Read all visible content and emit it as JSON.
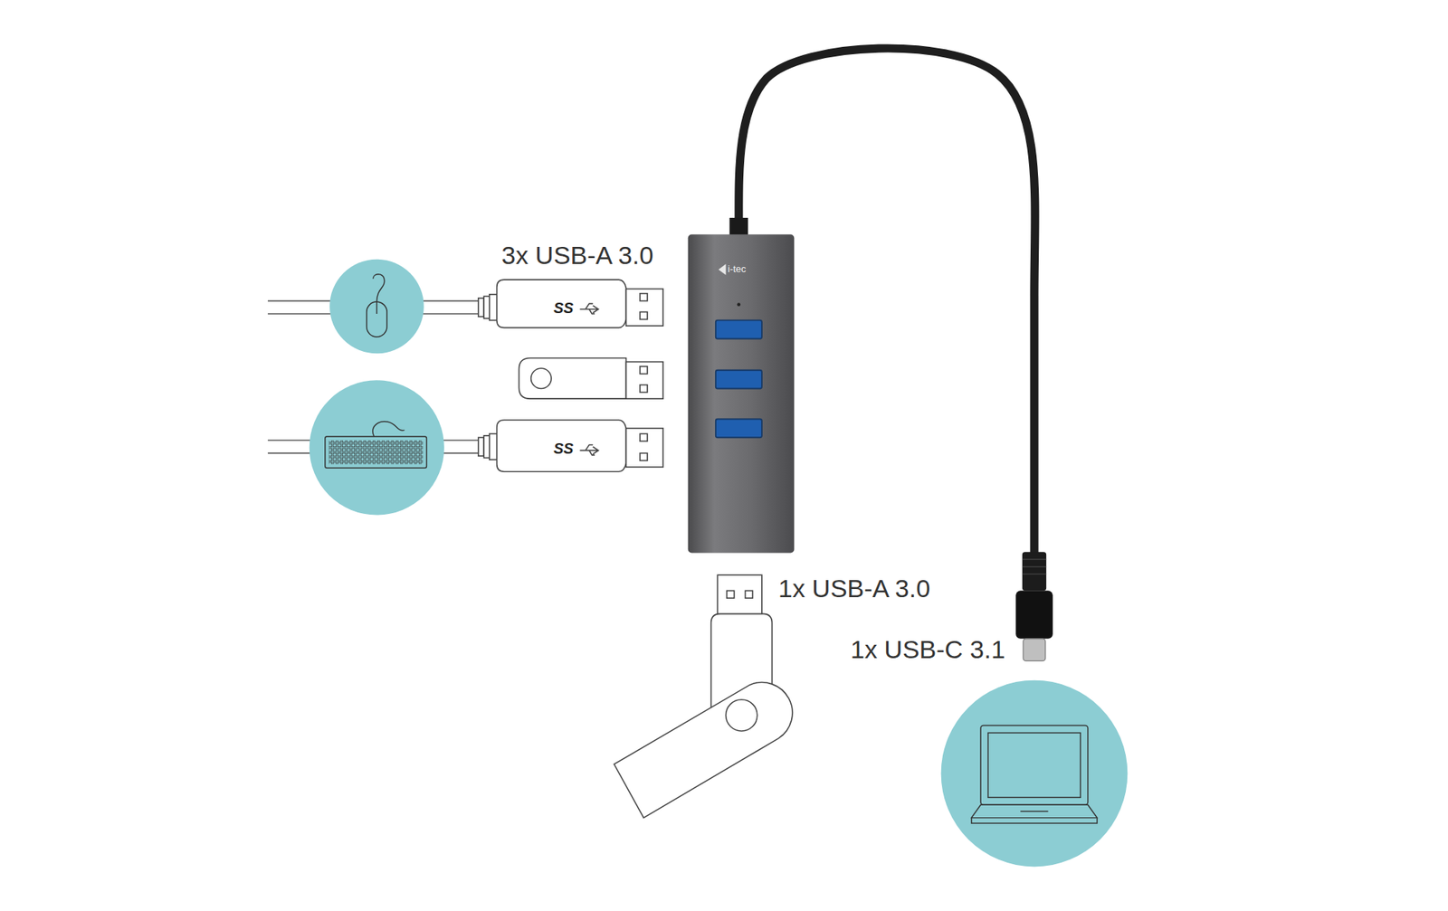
{
  "diagram": {
    "labels": [
      "3x USB-A 3.0",
      "SS",
      "SS",
      "i-tec",
      "1x USB-A 3.0",
      "1x USB-C 3.1"
    ]
  }
}
